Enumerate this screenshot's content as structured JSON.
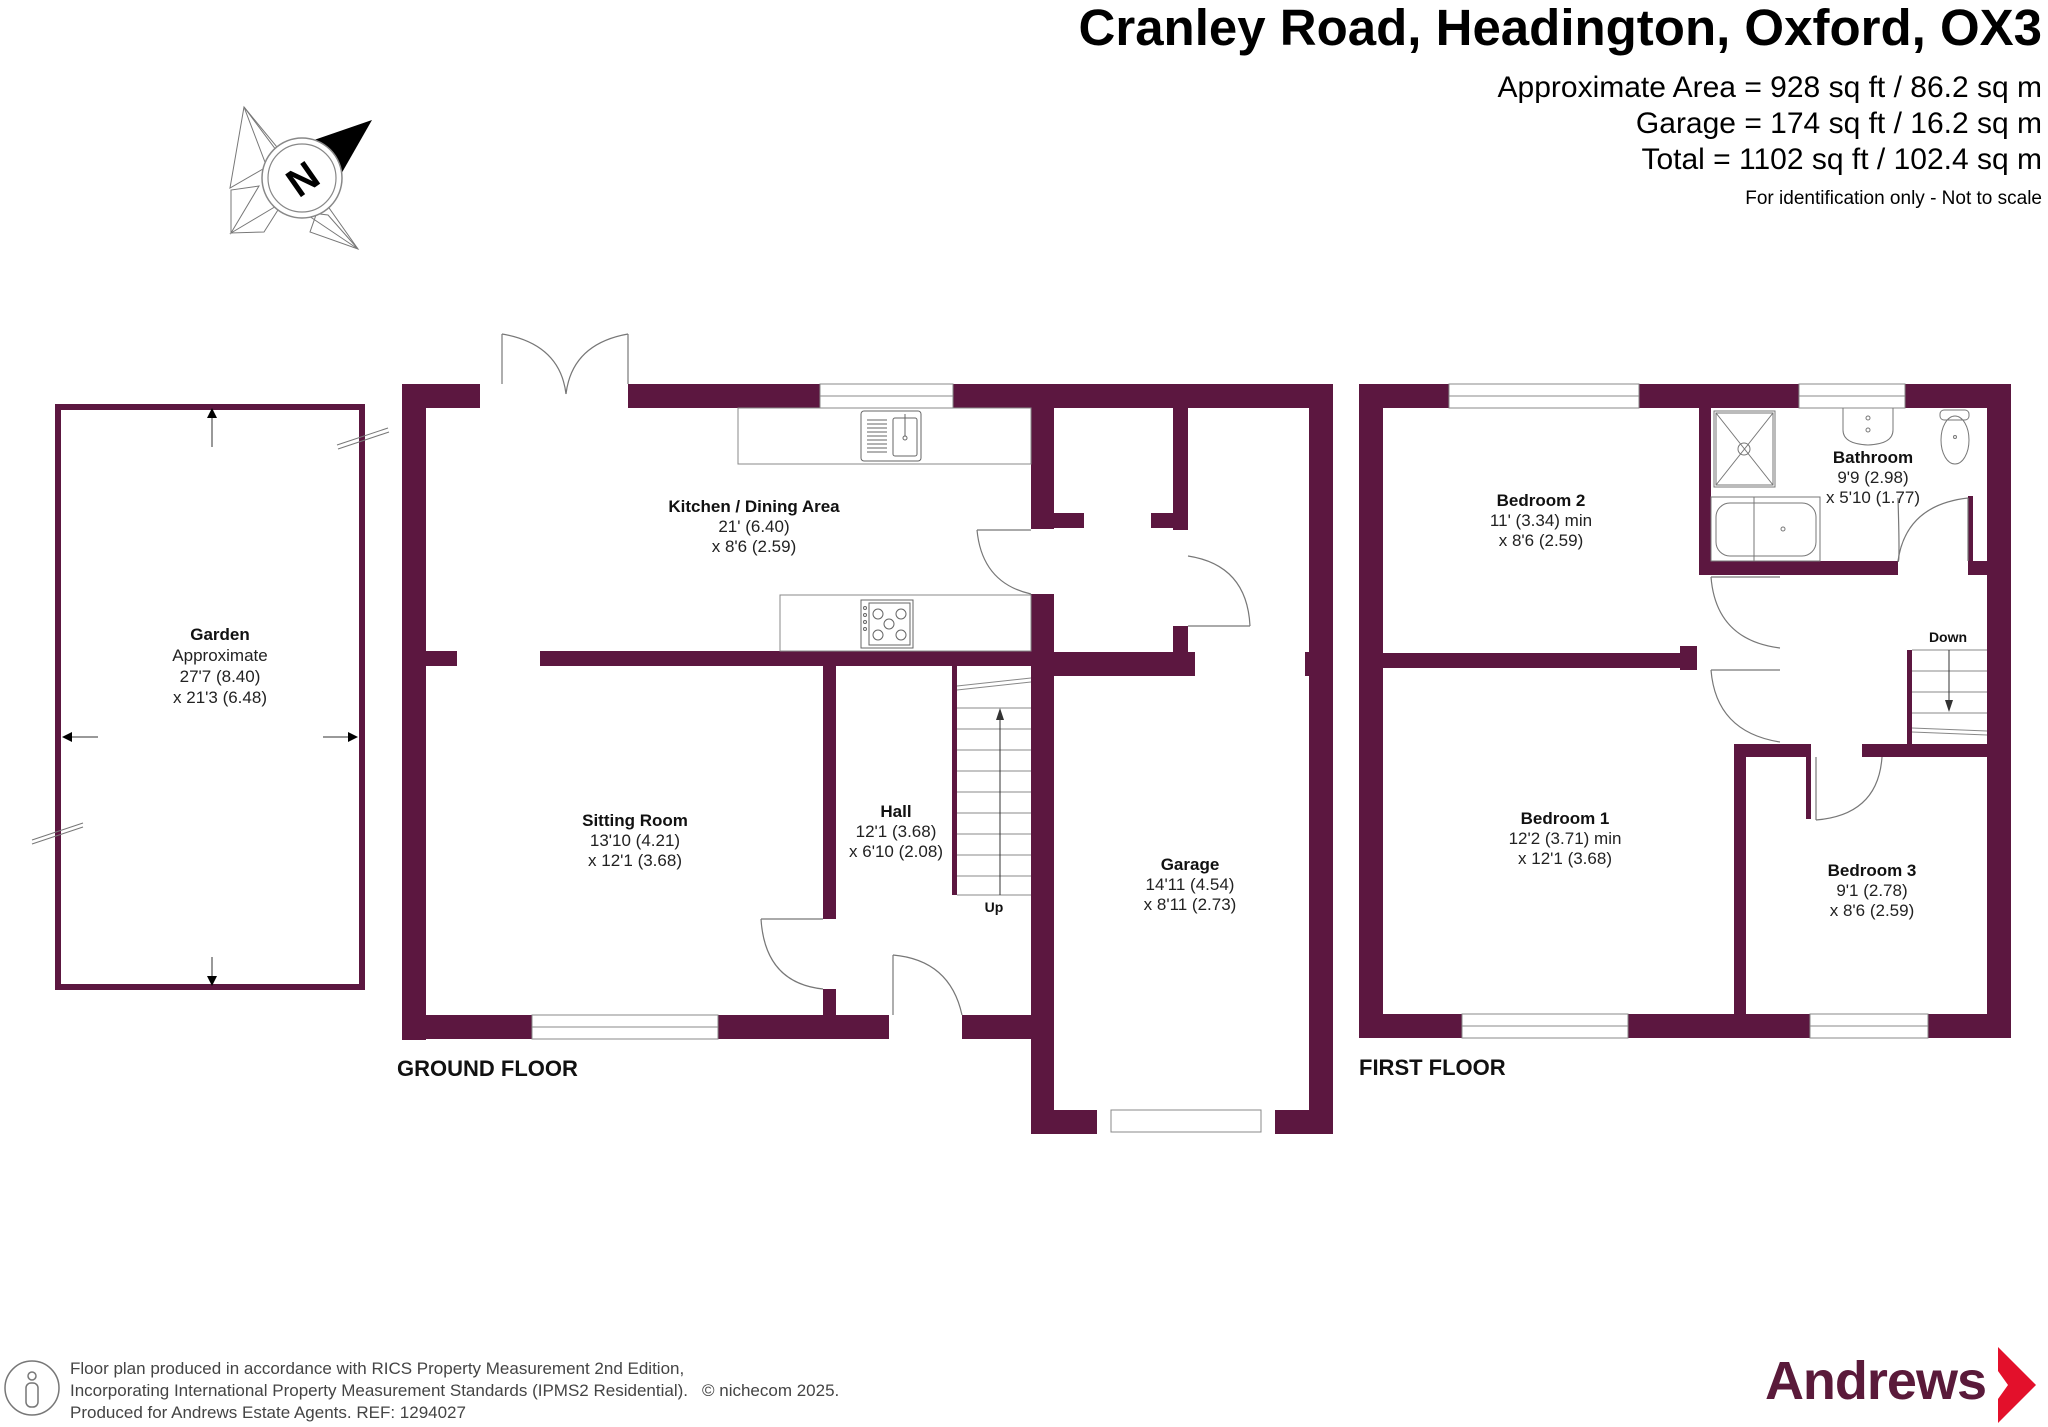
{
  "header": {
    "title": "Cranley Road, Headington, Oxford, OX3",
    "approximate_area": "Approximate Area = 928 sq ft / 86.2 sq m",
    "garage_area": "Garage = 174 sq ft / 16.2 sq m",
    "total_area": "Total = 1102 sq ft / 102.4 sq m",
    "note": "For identification only - Not to scale"
  },
  "compass": {
    "icon": "north-compass-icon",
    "letter": "N"
  },
  "colors": {
    "wall": "#5c1740",
    "brand": "#5a1a3a",
    "brand_arrow": "#e3102b",
    "line": "#777777"
  },
  "garden": {
    "name": "Garden",
    "line1": "Approximate",
    "line2": "27'7 (8.40)",
    "line3": "x 21'3 (6.48)"
  },
  "ground_floor": {
    "label": "GROUND FLOOR",
    "rooms": [
      {
        "name": "Kitchen / Dining Area",
        "dim1": "21' (6.40)",
        "dim2": "x 8'6 (2.59)"
      },
      {
        "name": "Sitting Room",
        "dim1": "13'10 (4.21)",
        "dim2": "x 12'1 (3.68)"
      },
      {
        "name": "Hall",
        "dim1": "12'1 (3.68)",
        "dim2": "x 6'10 (2.08)"
      },
      {
        "name": "Garage",
        "dim1": "14'11 (4.54)",
        "dim2": "x 8'11 (2.73)"
      }
    ],
    "stairs_label": "Up"
  },
  "first_floor": {
    "label": "FIRST FLOOR",
    "rooms": [
      {
        "name": "Bedroom 2",
        "dim1": "11' (3.34) min",
        "dim2": "x 8'6 (2.59)"
      },
      {
        "name": "Bathroom",
        "dim1": "9'9 (2.98)",
        "dim2": "x 5'10 (1.77)"
      },
      {
        "name": "Bedroom 1",
        "dim1": "12'2 (3.71) min",
        "dim2": "x 12'1 (3.68)"
      },
      {
        "name": "Bedroom 3",
        "dim1": "9'1 (2.78)",
        "dim2": "x 8'6 (2.59)"
      }
    ],
    "stairs_label": "Down"
  },
  "footer": {
    "line1": "Floor plan produced in accordance with RICS Property Measurement 2nd Edition,",
    "line2": "Incorporating International Property Measurement Standards (IPMS2 Residential).",
    "copyright": "© nichecom 2025.",
    "line3": "Produced for Andrews Estate Agents.   REF: 1294027"
  },
  "brand": {
    "name": "Andrews"
  }
}
